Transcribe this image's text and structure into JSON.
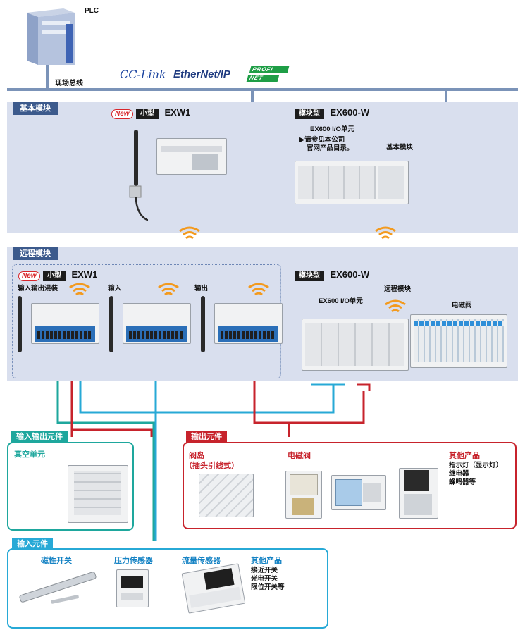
{
  "plc": {
    "label": "PLC",
    "fieldbus_label": "现场总线"
  },
  "protocols": {
    "cclink": "CC-Link",
    "ethernetip": "EtherNet/IP",
    "profinet_top": "PROFI",
    "profinet_bottom": "NET"
  },
  "base": {
    "band_label": "基本模块",
    "exw1": {
      "new": "New",
      "tag": "小型",
      "model": "EXW1"
    },
    "ex600": {
      "tag": "模块型",
      "model": "EX600-W",
      "io_unit": "EX600 I/O单元",
      "note_line1": "▶请参见本公司",
      "note_line2": "官网产品目录。",
      "base_module": "基本模块"
    }
  },
  "remote": {
    "band_label": "远程模块",
    "exw1": {
      "new": "New",
      "tag": "小型",
      "model": "EXW1",
      "mixed": "输入输出混装",
      "input": "输入",
      "output": "输出"
    },
    "ex600": {
      "tag": "模块型",
      "model": "EX600-W",
      "io_unit": "EX600 I/O单元",
      "remote_module": "远程模块",
      "valve": "电磁阀"
    }
  },
  "io_elements": {
    "title": "输入输出元件",
    "vacuum": "真空单元"
  },
  "output_elements": {
    "title": "输出元件",
    "valve_island": "阀岛",
    "valve_island_sub": "（插头引线式）",
    "solenoid": "电磁阀",
    "other": "其他产品",
    "other_items": [
      "指示灯（显示灯）",
      "继电器",
      "蜂鸣器等"
    ]
  },
  "input_elements": {
    "title": "输入元件",
    "magnetic": "磁性开关",
    "pressure": "压力传感器",
    "flow": "流量传感器",
    "other": "其他产品",
    "other_items": [
      "接近开关",
      "光电开关",
      "限位开关等"
    ]
  },
  "colors": {
    "band": "#d9dfee",
    "band_label": "#3c5a8c",
    "bus": "#7b93b8",
    "red": "#c7232c",
    "teal": "#1ea79d",
    "blue": "#1683c4",
    "wifi": "#f39a1e"
  }
}
